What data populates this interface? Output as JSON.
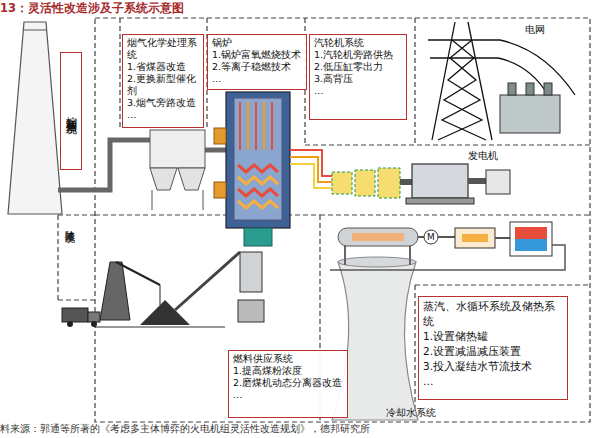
{
  "diagram": {
    "title": "13：灵活性改造涉及子系统示意图",
    "caption": "料来源：郭通等所著的《考虑多主体博弈的火电机组灵活性改造规划》，德邦研究所",
    "nodes": [
      {
        "text": [
          "控制和通信系统"
        ]
      },
      {
        "text": [
          "烟气化学处理系统",
          "1.省煤器改造",
          "2.更换新型催化剂",
          "3.烟气旁路改造",
          "…"
        ]
      },
      {
        "text": [
          "锅炉",
          "1.锅炉富氧燃烧技术",
          "2.等离子稳燃技术",
          "…"
        ]
      },
      {
        "text": [
          "汽轮机系统",
          "1.汽轮机旁路供热",
          "2.低压缸零出力",
          "3.高背压",
          "…"
        ]
      },
      {
        "text": [
          "燃料供应系统",
          "1.提高煤粉浓度",
          "2.磨煤机动态分离器改造",
          "…"
        ]
      },
      {
        "text": [
          "蒸汽、水循环系统及储热系统",
          "1.设置储热罐",
          "2.设置减温减压装置",
          "3.投入凝结水节流技术",
          "…"
        ]
      }
    ],
    "labels": [
      "除渣系统",
      "电网",
      "发电机",
      "冷却水系统",
      "M"
    ]
  }
}
